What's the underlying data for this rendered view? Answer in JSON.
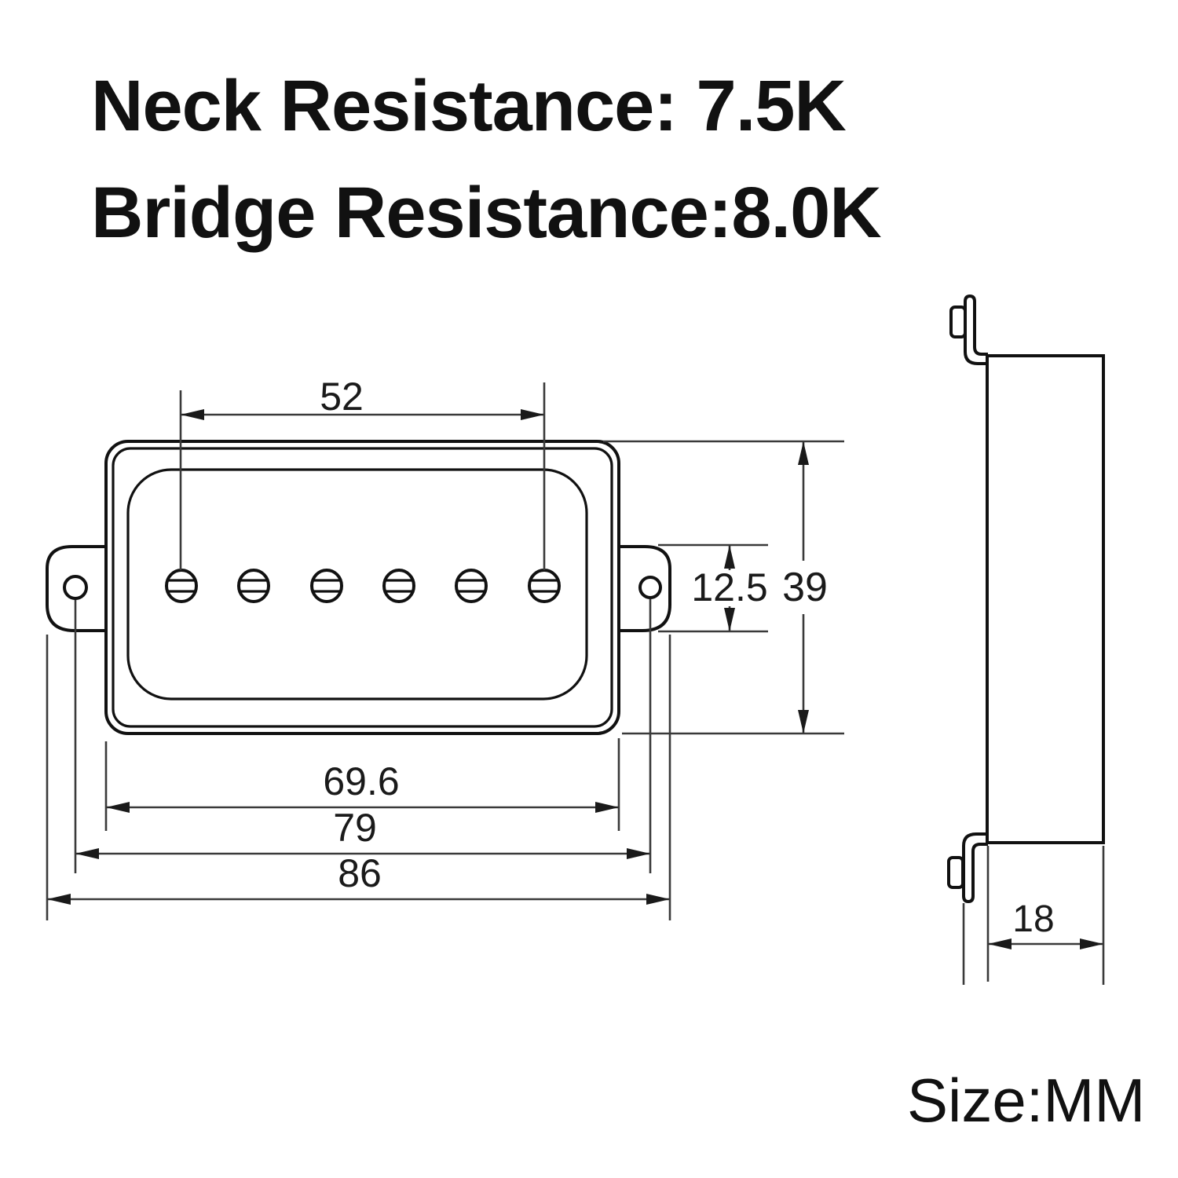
{
  "title": {
    "line1": "Neck Resistance: 7.5K",
    "line2": "Bridge Resistance:8.0K"
  },
  "footer": {
    "units_label": "Size:MM"
  },
  "diagram": {
    "front_view": {
      "pole_count": 6,
      "dimensions": {
        "pole_spacing": "52",
        "ear_hole_height": "12.5",
        "body_height": "39",
        "cover_width": "69.6",
        "screw_hole_spacing": "79",
        "total_width": "86"
      }
    },
    "side_view": {
      "dimensions": {
        "depth": "18"
      }
    }
  },
  "colors": {
    "line": "#111111",
    "dimension_line": "#3a3a3a",
    "background": "#ffffff"
  }
}
